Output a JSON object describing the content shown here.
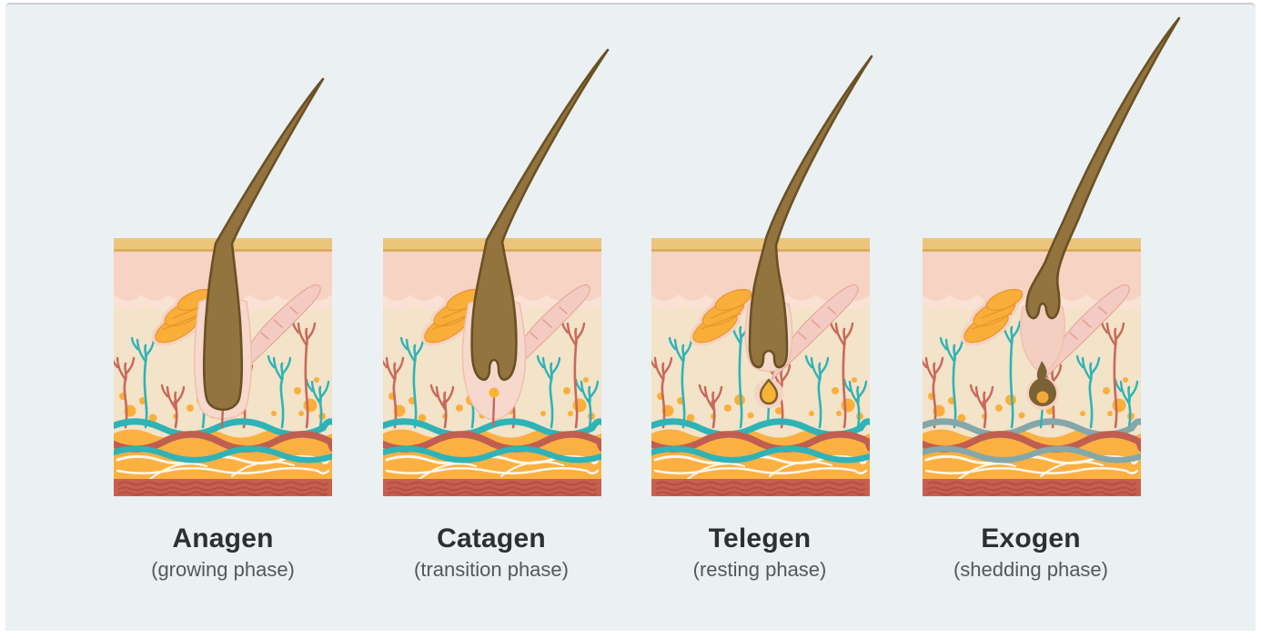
{
  "figure": {
    "phases": [
      {
        "key": "anagen",
        "name": "Anagen",
        "sublabel": "(growing phase)"
      },
      {
        "key": "catagen",
        "name": "Catagen",
        "sublabel": "(transition phase)"
      },
      {
        "key": "telogen",
        "name": "Telegen",
        "sublabel": "(resting phase)"
      },
      {
        "key": "exogen",
        "name": "Exogen",
        "sublabel": "(shedding phase)"
      }
    ]
  },
  "palette": {
    "canvas_bg": "#ebf0f2",
    "label_color": "#2e2f30",
    "sublabel_color": "#55585a",
    "hair_fill": "#93743f",
    "hair_outline": "#6a5124",
    "skin_cream": "#f2e3c9",
    "epidermis_pink": "#f6d3c3",
    "epidermis_pink_light": "#f9e1d4",
    "surface_tan": "#ecc57d",
    "surface_tan_edge": "#d9a84f",
    "sheath_pink": "#f7d8cc",
    "sheath_edge": "#f0bfae",
    "canal_pink": "#f3cfc2",
    "gland_orange": "#f9ae39",
    "gland_edge": "#e8962c",
    "gland_halo": "#f6d2c2",
    "arrector_pink": "#f4cbc2",
    "arrector_hatch": "#e3a193",
    "vessel_red": "#c9685a",
    "vessel_teal": "#2fb3b6",
    "vessel_teal_muted": "#84a7aa",
    "band_red": "#c05f50",
    "fat_orange": "#fbb042",
    "fat_dot": "#fbaf3b",
    "white_line": "#fdf6e8",
    "muscle_band": "#c65f4e",
    "muscle_band_line": "#b25043",
    "papilla_yellow": "#f9b234",
    "germ_brown": "#7c6134",
    "germ_yellow": "#f2a93b"
  }
}
